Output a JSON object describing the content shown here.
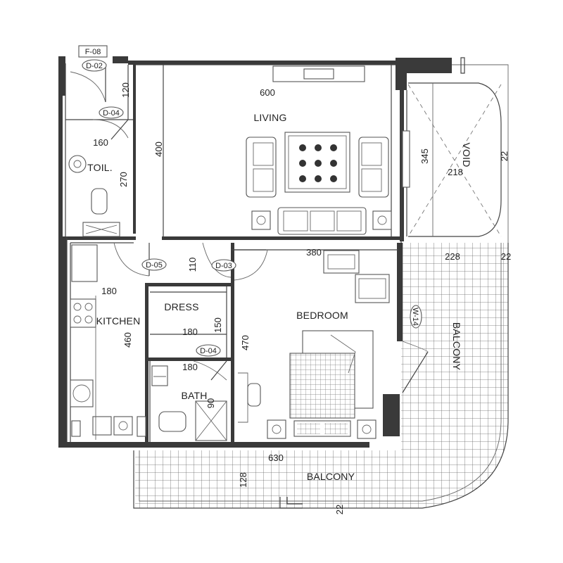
{
  "floor_tag": "F-08",
  "rooms": {
    "living": "LIVING",
    "void": "VOID",
    "toilet": "TOIL.",
    "kitchen": "KITCHEN",
    "dress": "DRESS",
    "bedroom": "BEDROOM",
    "bath": "BATH",
    "balcony_right": "BALCONY",
    "balcony_bottom": "BALCONY"
  },
  "doors": {
    "d02": "D-02",
    "d04_toilet": "D-04",
    "d05": "D-05",
    "d03": "D-03",
    "d04_bath": "D-04",
    "w14": "W-14"
  },
  "dimensions": {
    "living_width": "600",
    "entry_depth": "120",
    "living_depth": "400",
    "toilet_width": "160",
    "toilet_depth": "270",
    "void_depth": "345",
    "void_width": "218",
    "void_side": "22",
    "bedroom_width": "380",
    "corridor_depth": "110",
    "kitchen_width": "180",
    "balcony_width": "228",
    "balcony_side": "22",
    "kitchen_depth": "460",
    "dress_width": "180",
    "dress_depth": "150",
    "bedroom_depth": "470",
    "bath_width": "180",
    "bath_depth": "90",
    "overall_width": "630",
    "balcony_depth": "128",
    "balcony_bottom_side": "22"
  }
}
